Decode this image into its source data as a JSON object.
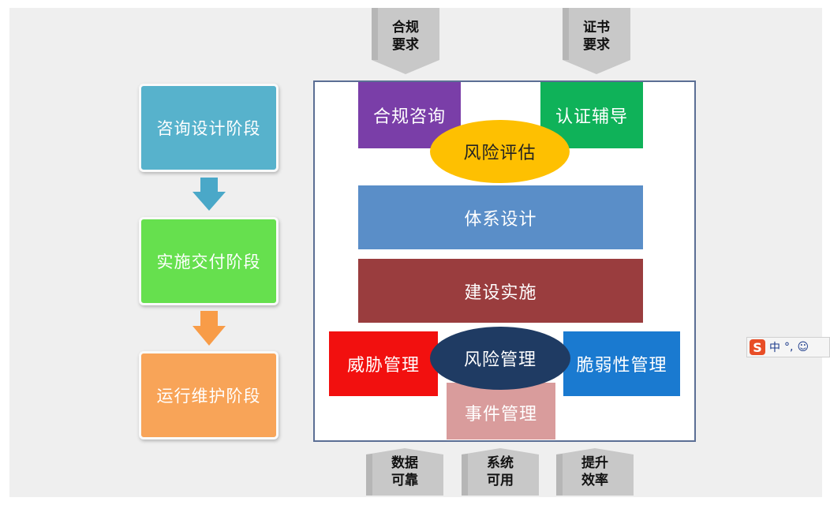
{
  "stages": [
    {
      "label": "咨询设计阶段",
      "color": "#57b2cc"
    },
    {
      "label": "实施交付阶段",
      "color": "#66e04e"
    },
    {
      "label": "运行维护阶段",
      "color": "#f8a458"
    }
  ],
  "stage_arrows": [
    "#4aa8c8",
    "#f89c48"
  ],
  "top_inputs": {
    "compliance": {
      "line1": "合规",
      "line2": "要求"
    },
    "certificate": {
      "line1": "证书",
      "line2": "要求"
    }
  },
  "blocks": {
    "compliance_consulting": "合规咨询",
    "certification_coaching": "认证辅导",
    "risk_assessment": "风险评估",
    "system_design": "体系设计",
    "construction": "建设实施",
    "threat_management": "威胁管理",
    "risk_management": "风险管理",
    "vulnerability_management": "脆弱性管理",
    "incident_management": "事件管理"
  },
  "bottom_outputs": [
    {
      "line1": "数据",
      "line2": "可靠"
    },
    {
      "line1": "系统",
      "line2": "可用"
    },
    {
      "line1": "提升",
      "line2": "效率"
    }
  ],
  "ime_toolbar": {
    "logo": "S",
    "mode": "中",
    "punct": "°,",
    "emoji": "☺"
  }
}
